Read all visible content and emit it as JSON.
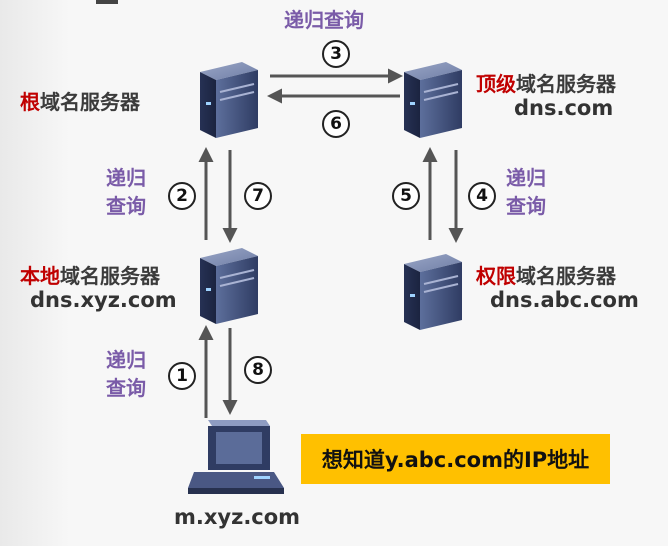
{
  "nodes": {
    "root": {
      "highlight": "根",
      "rest": "域名服务器"
    },
    "tld": {
      "highlight": "顶级",
      "rest": "域名服务器",
      "domain": "dns.com"
    },
    "local": {
      "highlight": "本地",
      "rest": "域名服务器",
      "domain": "dns.xyz.com"
    },
    "auth": {
      "highlight": "权限",
      "rest": "域名服务器",
      "domain": "dns.abc.com"
    },
    "client": {
      "domain": "m.xyz.com"
    }
  },
  "labels": {
    "recursive_top": "递归查询",
    "recursive_line1": "递归",
    "recursive_line2": "查询"
  },
  "steps": [
    "1",
    "2",
    "3",
    "4",
    "5",
    "6",
    "7",
    "8"
  ],
  "callout": "想知道y.abc.com的IP地址",
  "colors": {
    "highlight": "#c00000",
    "process_text": "#7a5ba8",
    "callout_bg": "#ffc000"
  }
}
